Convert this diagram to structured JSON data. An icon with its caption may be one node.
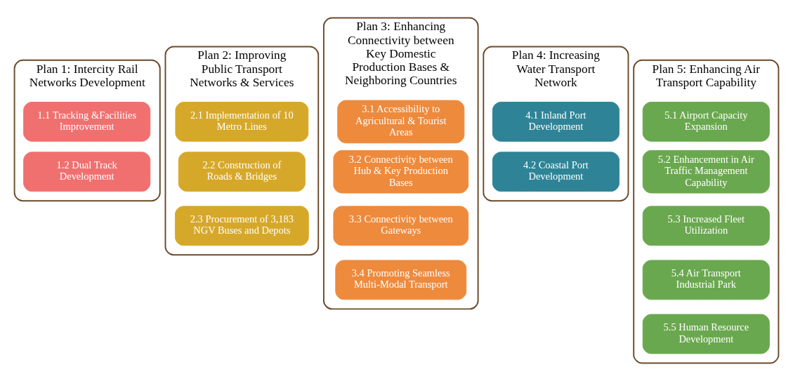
{
  "diagram": {
    "nodes": [
      {
        "text": [
          "Plan 1: Intercity Rail Networks Development"
        ]
      },
      {
        "text": [
          "1.1 Tracking &Facilities Improvement"
        ],
        "in": 0
      },
      {
        "text": [
          "1.2 Dual Track Development"
        ],
        "in": 0
      },
      {
        "text": [
          "Plan 2: Improving Public Transport Networks & Services"
        ]
      },
      {
        "text": [
          "2.1 Implementation of 10 Metro Lines"
        ],
        "in": 3
      },
      {
        "text": [
          "2.2 Construction of Roads & Bridges"
        ],
        "in": 3
      },
      {
        "text": [
          "2.3 Procurement of 3,183 NGV Buses and Depots"
        ],
        "in": 3
      },
      {
        "text": [
          "Plan 3: Enhancing Connectivity between Key Domestic Production Bases & Neighboring Countries"
        ]
      },
      {
        "text": [
          "3.1 Accessibility to Agricultural & Tourist Areas"
        ],
        "in": 7
      },
      {
        "text": [
          "3.2 Connectivity between Hub & Key Production Bases"
        ],
        "in": 7
      },
      {
        "text": [
          "3.3 Connectivity between Gateways"
        ],
        "in": 7
      },
      {
        "text": [
          "3.4 Promoting Seamless Multi-Modal Transport"
        ],
        "in": 7
      },
      {
        "text": [
          "Plan 4: Increasing Water Transport Network"
        ]
      },
      {
        "text": [
          "4.1 Inland Port Development"
        ],
        "in": 12
      },
      {
        "text": [
          "4.2 Coastal Port Development"
        ],
        "in": 12
      },
      {
        "text": [
          "Plan 5: Enhancing Air Transport Capability"
        ]
      },
      {
        "text": [
          "5.1 Airport Capacity Expansion"
        ],
        "in": 15
      },
      {
        "text": [
          "5.2 Enhancement in Air Traffic Management Capability"
        ],
        "in": 15
      },
      {
        "text": [
          "5.3 Increased Fleet Utilization"
        ],
        "in": 15
      },
      {
        "text": [
          "5.4 Air Transport Industrial Park"
        ],
        "in": 15
      },
      {
        "text": [
          "5.5 Human Resource Development"
        ],
        "in": 15
      }
    ]
  }
}
